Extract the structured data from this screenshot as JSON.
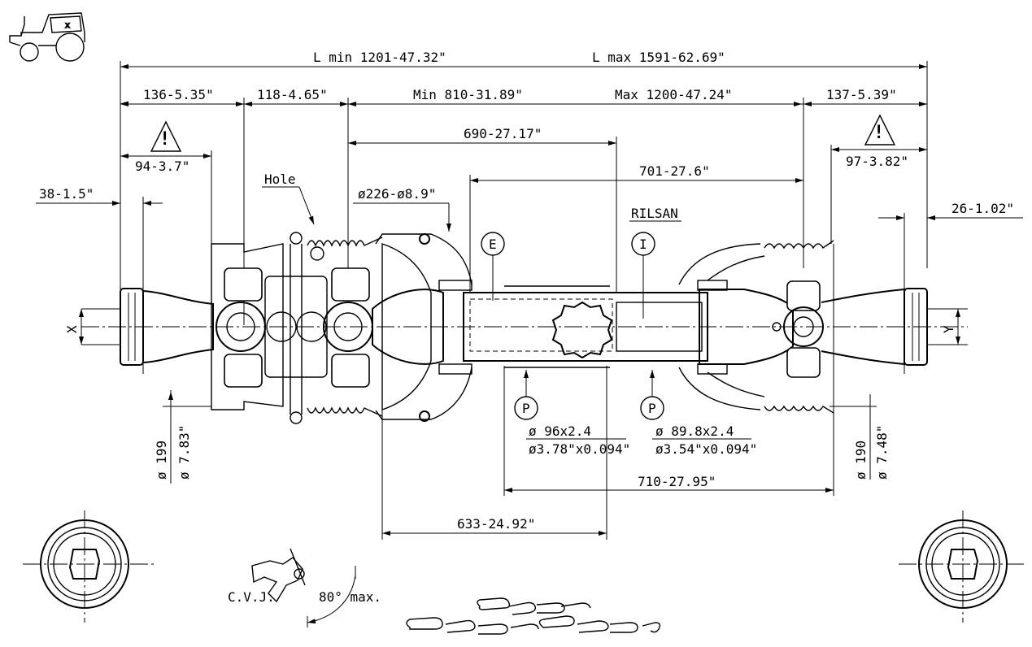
{
  "dims": {
    "l_min": "L min 1201-47.32\"",
    "l_max": "L max 1591-62.69\"",
    "d136": "136-5.35\"",
    "d118": "118-4.65\"",
    "min810": "Min 810-31.89\"",
    "max1200": "Max 1200-47.24\"",
    "d137": "137-5.39\"",
    "d690": "690-27.17\"",
    "d701": "701-27.6\"",
    "d94": "94-3.7\"",
    "d97": "97-3.82\"",
    "d38": "38-1.5\"",
    "d26": "26-1.02\"",
    "d226": "ø226-ø8.9\"",
    "hole": "Hole",
    "rilsan": "RILSAN",
    "tube_e": "E",
    "tube_i": "I",
    "p_label": "P",
    "tube_left_mm": "ø 96x2.4",
    "tube_left_in": "ø3.78\"x0.094\"",
    "tube_right_mm": "ø 89.8x2.4",
    "tube_right_in": "ø3.54\"x0.094\"",
    "d710": "710-27.95\"",
    "d633": "633-24.92\"",
    "d199": "ø 199",
    "d783": "ø 7.83\"",
    "d190": "ø 190",
    "d748": "ø 7.48\"",
    "x_label": "X",
    "y_label": "Y",
    "cvj": "C.V.J.",
    "angle": "80° max."
  }
}
